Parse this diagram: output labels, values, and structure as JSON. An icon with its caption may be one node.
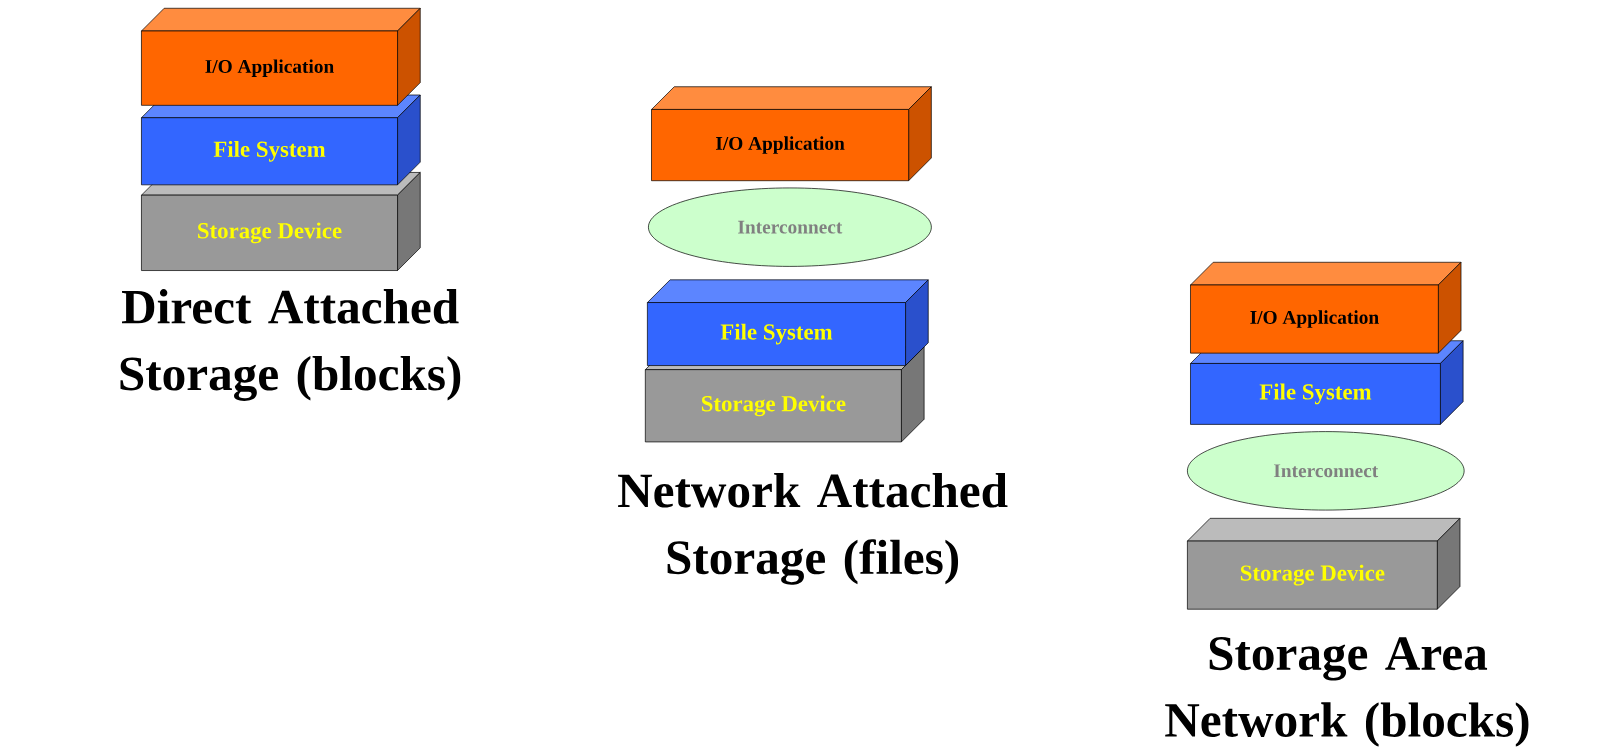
{
  "diagram": {
    "nodes": [
      {
        "text": [
          "I/O Application"
        ]
      },
      {
        "text": [
          "File System"
        ]
      },
      {
        "text": [
          "Storage Device"
        ]
      },
      {
        "text": [
          "I/O Application"
        ]
      },
      {
        "text": [
          "Interconnect"
        ]
      },
      {
        "text": [
          "File System"
        ]
      },
      {
        "text": [
          "Storage Device"
        ]
      },
      {
        "text": [
          "I/O Application"
        ]
      },
      {
        "text": [
          "File System"
        ]
      },
      {
        "text": [
          "Interconnect"
        ]
      },
      {
        "text": [
          "Storage Device"
        ]
      }
    ],
    "edges": [],
    "labels": [
      "Direct Attached Storage (blocks)",
      "Network Attached Storage (files)",
      "Storage Area Network (blocks)"
    ]
  }
}
